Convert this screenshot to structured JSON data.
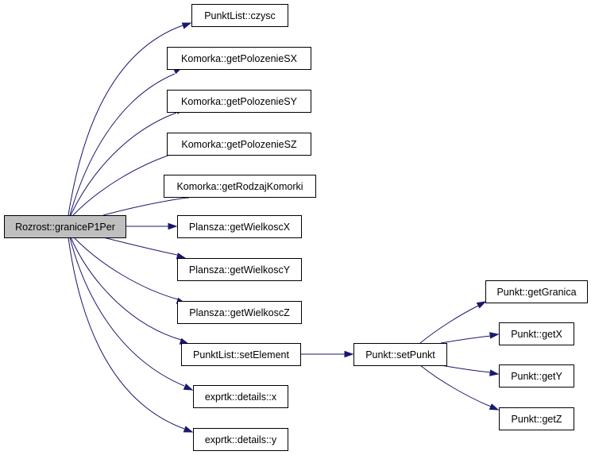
{
  "graph": {
    "edge_color": "#191970",
    "root_fill": "#bfbfbf",
    "nodes": [
      {
        "id": "root",
        "label": "Rozrost::graniceP1Per"
      },
      {
        "id": "n1",
        "label": "PunktList::czysc"
      },
      {
        "id": "n2",
        "label": "Komorka::getPolozenieSX"
      },
      {
        "id": "n3",
        "label": "Komorka::getPolozenieSY"
      },
      {
        "id": "n4",
        "label": "Komorka::getPolozenieSZ"
      },
      {
        "id": "n5",
        "label": "Komorka::getRodzajKomorki"
      },
      {
        "id": "n6",
        "label": "Plansza::getWielkoscX"
      },
      {
        "id": "n7",
        "label": "Plansza::getWielkoscY"
      },
      {
        "id": "n8",
        "label": "Plansza::getWielkoscZ"
      },
      {
        "id": "n9",
        "label": "PunktList::setElement"
      },
      {
        "id": "n10",
        "label": "exprtk::details::x"
      },
      {
        "id": "n11",
        "label": "exprtk::details::y"
      },
      {
        "id": "n12",
        "label": "Punkt::setPunkt"
      },
      {
        "id": "n13",
        "label": "Punkt::getGranica"
      },
      {
        "id": "n14",
        "label": "Punkt::getX"
      },
      {
        "id": "n15",
        "label": "Punkt::getY"
      },
      {
        "id": "n16",
        "label": "Punkt::getZ"
      }
    ],
    "edges": [
      {
        "from": "root",
        "to": "n1"
      },
      {
        "from": "root",
        "to": "n2"
      },
      {
        "from": "root",
        "to": "n3"
      },
      {
        "from": "root",
        "to": "n4"
      },
      {
        "from": "root",
        "to": "n5"
      },
      {
        "from": "root",
        "to": "n6"
      },
      {
        "from": "root",
        "to": "n7"
      },
      {
        "from": "root",
        "to": "n8"
      },
      {
        "from": "root",
        "to": "n9"
      },
      {
        "from": "root",
        "to": "n10"
      },
      {
        "from": "root",
        "to": "n11"
      },
      {
        "from": "n9",
        "to": "n12"
      },
      {
        "from": "n12",
        "to": "n13"
      },
      {
        "from": "n12",
        "to": "n14"
      },
      {
        "from": "n12",
        "to": "n15"
      },
      {
        "from": "n12",
        "to": "n16"
      }
    ]
  }
}
